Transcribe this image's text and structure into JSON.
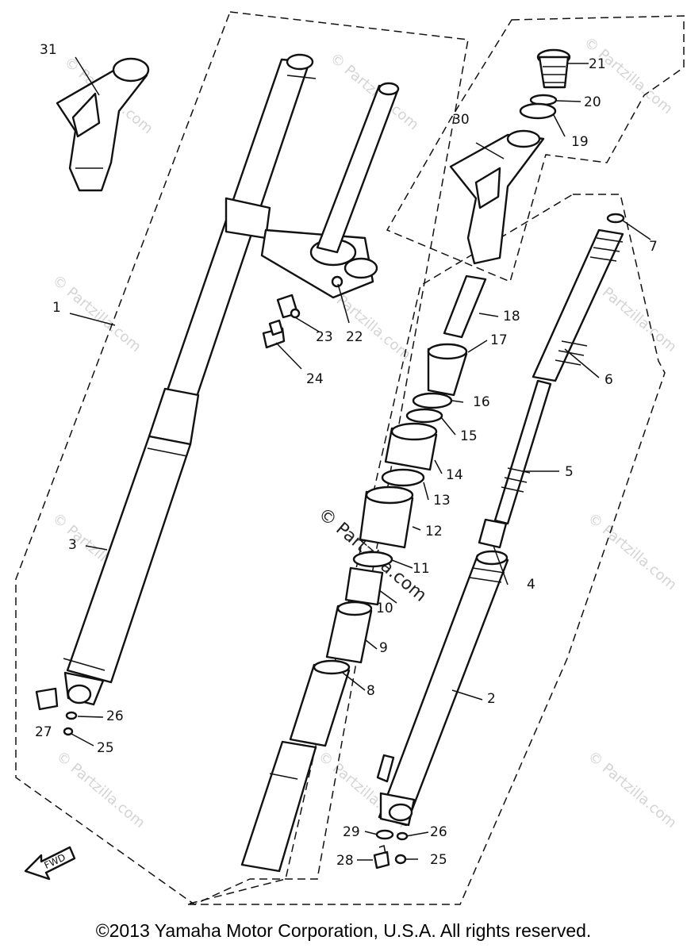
{
  "watermark": "© Partzilla.com",
  "copyright": "©2013 Yamaha Motor Corporation, U.S.A. All rights reserved.",
  "fwd_label": "FWD",
  "callouts": {
    "p1": "1",
    "p2": "2",
    "p3": "3",
    "p4": "4",
    "p5": "5",
    "p6": "6",
    "p7": "7",
    "p8": "8",
    "p9": "9",
    "p10": "10",
    "p11": "11",
    "p12": "12",
    "p13": "13",
    "p14": "14",
    "p15": "15",
    "p16": "16",
    "p17": "17",
    "p18": "18",
    "p19": "19",
    "p20": "20",
    "p21": "21",
    "p22": "22",
    "p23": "23",
    "p24": "24",
    "p25a": "25",
    "p25b": "25",
    "p26a": "26",
    "p26b": "26",
    "p27": "27",
    "p28": "28",
    "p29": "29",
    "p30": "30",
    "p31": "31"
  }
}
